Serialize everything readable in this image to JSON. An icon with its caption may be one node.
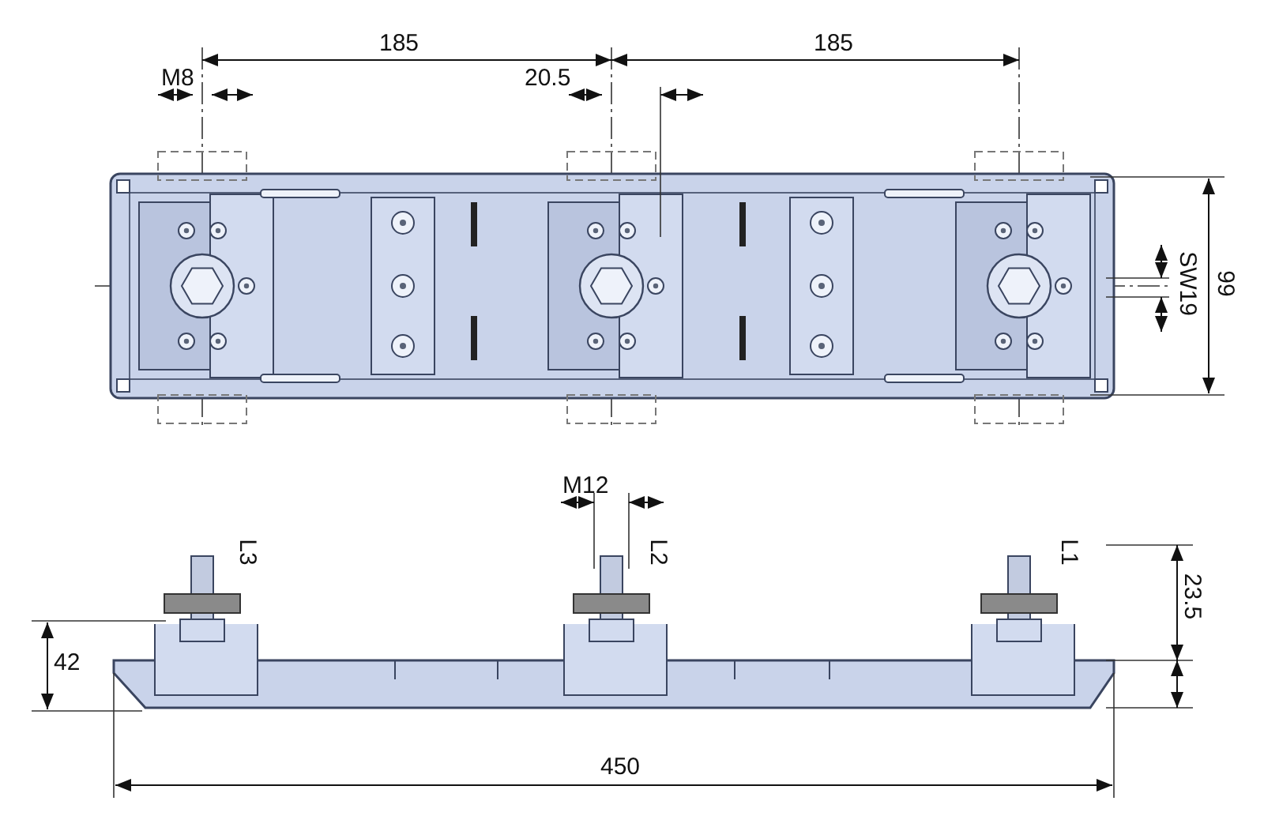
{
  "diagram": {
    "labels": [
      "185",
      "185",
      "M8",
      "20.5",
      "SW19",
      "99",
      "M12",
      "L3",
      "L2",
      "L1",
      "23.5",
      "42",
      "450"
    ]
  }
}
